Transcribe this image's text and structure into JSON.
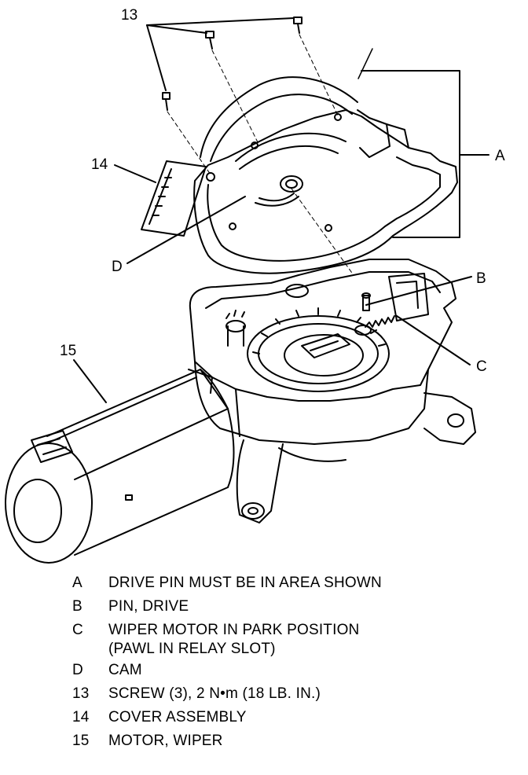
{
  "callouts": {
    "screw": "13",
    "cover": "14",
    "motor": "15",
    "a": "A",
    "b": "B",
    "c": "C",
    "d": "D"
  },
  "legend": [
    {
      "key": "A",
      "text": "DRIVE PIN MUST BE IN AREA SHOWN"
    },
    {
      "key": "B",
      "text": "PIN, DRIVE"
    },
    {
      "key": "C",
      "text": "WIPER MOTOR IN PARK POSITION\n(PAWL IN RELAY SLOT)"
    },
    {
      "key": "D",
      "text": "CAM"
    },
    {
      "key": "13",
      "text": "SCREW (3), 2 N•m (18 LB. IN.)"
    },
    {
      "key": "14",
      "text": "COVER ASSEMBLY"
    },
    {
      "key": "15",
      "text": "MOTOR, WIPER"
    }
  ]
}
